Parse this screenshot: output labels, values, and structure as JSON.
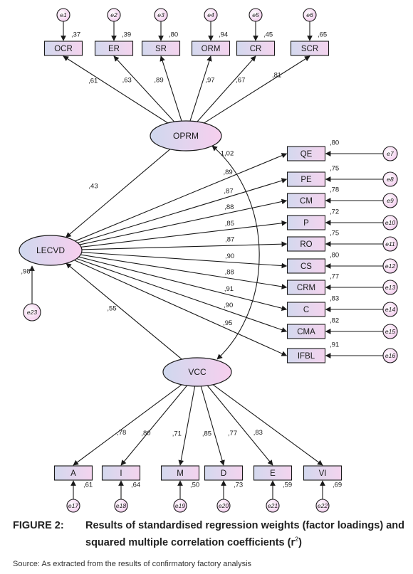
{
  "figure": {
    "label": "FIGURE 2:",
    "title": "Results of standardised regression weights (factor loadings) and squared multiple correlation coefficients (r",
    "title_sup": "2",
    "title_end": ")",
    "source": "Source: As extracted from the results of confirmatory factory analysis"
  },
  "latents": [
    {
      "id": "OPRM",
      "label": "OPRM"
    },
    {
      "id": "LECVD",
      "label": "LECVD"
    },
    {
      "id": "VCC",
      "label": "VCC"
    }
  ],
  "top_indicators": [
    {
      "label": "OCR",
      "error": "e1",
      "r2": ",37",
      "loading": ",61"
    },
    {
      "label": "ER",
      "error": "e2",
      "r2": ",39",
      "loading": ",63"
    },
    {
      "label": "SR",
      "error": "e3",
      "r2": ",80",
      "loading": ",89"
    },
    {
      "label": "ORM",
      "error": "e4",
      "r2": ",94",
      "loading": ",97"
    },
    {
      "label": "CR",
      "error": "e5",
      "r2": ",45",
      "loading": ",67"
    },
    {
      "label": "SCR",
      "error": "e6",
      "r2": ",65",
      "loading": ",81"
    }
  ],
  "right_indicators": [
    {
      "label": "QE",
      "error": "e7",
      "r2": ",80",
      "loading": ",89"
    },
    {
      "label": "PE",
      "error": "e8",
      "r2": ",75",
      "loading": ",87"
    },
    {
      "label": "CM",
      "error": "e9",
      "r2": ",78",
      "loading": ",88"
    },
    {
      "label": "P",
      "error": "e10",
      "r2": ",72",
      "loading": ",85"
    },
    {
      "label": "RO",
      "error": "e11",
      "r2": ",75",
      "loading": ",87"
    },
    {
      "label": "CS",
      "error": "e12",
      "r2": ",80",
      "loading": ",90"
    },
    {
      "label": "CRM",
      "error": "e13",
      "r2": ",77",
      "loading": ",88"
    },
    {
      "label": "C",
      "error": "e14",
      "r2": ",83",
      "loading": ",91"
    },
    {
      "label": "CMA",
      "error": "e15",
      "r2": ",82",
      "loading": ",90"
    },
    {
      "label": "IFBL",
      "error": "e16",
      "r2": ",91",
      "loading": ",95"
    }
  ],
  "bottom_indicators": [
    {
      "label": "A",
      "error": "e17",
      "r2": ",61",
      "loading": ",78"
    },
    {
      "label": "I",
      "error": "e18",
      "r2": ",64",
      "loading": ",80"
    },
    {
      "label": "M",
      "error": "e19",
      "r2": ",50",
      "loading": ",71"
    },
    {
      "label": "D",
      "error": "e20",
      "r2": ",73",
      "loading": ",85"
    },
    {
      "label": "E",
      "error": "e21",
      "r2": ",59",
      "loading": ",77"
    },
    {
      "label": "VI",
      "error": "e22",
      "r2": ",69",
      "loading": ",83"
    }
  ],
  "structural": {
    "oprm_to_lecvd": ",43",
    "vcc_to_lecvd": ",55",
    "oprm_vcc_covariance": "1,02",
    "lecvd_r2": ",98",
    "lecvd_error": "e23"
  },
  "colors": {
    "stroke": "#1a1a1a",
    "box_fill_top": "#d9dcef",
    "box_fill_bottom": "#f3d7ef",
    "ellipse_left": "#cfd6ec",
    "ellipse_right": "#f6d2ee"
  }
}
